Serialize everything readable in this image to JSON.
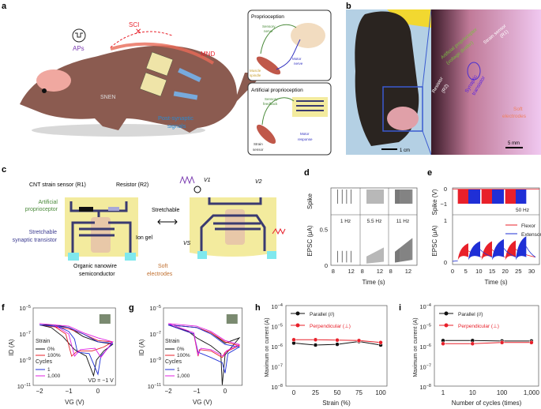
{
  "panel_letters": {
    "a": "a",
    "b": "b",
    "c": "c",
    "d": "d",
    "e": "e",
    "f": "f",
    "g": "g",
    "h": "h",
    "i": "i"
  },
  "panel_a": {
    "aps": "APs",
    "sci": "SCI",
    "mnd": "MND",
    "snen": "SNEN",
    "post_synaptic_1": "Post-synaptic",
    "post_synaptic_2": "signals",
    "inset1": {
      "title": "Proprioception",
      "sensory_nerve_1": "Sensory",
      "sensory_nerve_2": "nerve",
      "motor_nerve_1": "Motor",
      "motor_nerve_2": "nerve",
      "muscle_spindle_1": "Muscle",
      "muscle_spindle_2": "spindle"
    },
    "inset2": {
      "title": "Artificial proprioception",
      "sensory_feedback_1": "Sensory",
      "sensory_feedback_2": "feedback",
      "motor_response_1": "Motor",
      "motor_response_2": "response",
      "strain_sensor_1": "Strain",
      "strain_sensor_2": "sensor"
    }
  },
  "panel_b": {
    "scale_left": "1 cm",
    "scale_right": "5 mm",
    "artificial_1": "Artificial proprioceptor",
    "artificial_2": "(voltage divider)",
    "strain_sensor": "Strain sensor",
    "strain_sensor_r": "(R1)",
    "resistor": "Resistor",
    "resistor_r": "(R2)",
    "synaptic_1": "Synaptic",
    "synaptic_2": "transistor",
    "soft_1": "Soft",
    "soft_2": "electrodes"
  },
  "panel_c": {
    "cnt_sensor": "CNT strain sensor (R1)",
    "resistor": "Resistor (R2)",
    "artificial_1": "Artificial",
    "artificial_2": "proprioceptor",
    "stretchable_1": "Stretchable",
    "stretchable_2": "synaptic transistor",
    "ion_gel": "Ion gel",
    "organic_1": "Organic nanowire",
    "organic_2": "semiconductor",
    "soft_1": "Soft",
    "soft_2": "electrodes",
    "stretchable": "Stretchable",
    "v1": "V1",
    "v2": "V2",
    "vs": "VS"
  },
  "colors": {
    "red": "#e8202a",
    "blue": "#1f2fd6",
    "magenta": "#e020e0",
    "black": "#111111",
    "green": "#4a8a3a",
    "navy": "#3a3a70",
    "yellow": "#f3eb9e",
    "cyan": "#7fe8ee"
  },
  "chart_data": [
    {
      "id": "d",
      "type": "line",
      "title": "",
      "xlabel": "Time (s)",
      "ylabel_top": "Spike",
      "ylabel": "EPSC (μA)",
      "xticks": [
        8,
        12
      ],
      "yticks": [
        0,
        0.5
      ],
      "ylim": [
        0,
        0.7
      ],
      "xlim": [
        7.5,
        14
      ],
      "frequencies": [
        {
          "label": "1 Hz",
          "hz": 1,
          "peak": 0.2
        },
        {
          "label": "5.5 Hz",
          "hz": 5.5,
          "peak": 0.25
        },
        {
          "label": "11 Hz",
          "hz": 11,
          "peak": 0.38
        }
      ],
      "stim_window": [
        9,
        13
      ]
    },
    {
      "id": "e",
      "type": "line",
      "xlabel": "Time (s)",
      "ylabel_top": "Spike (V)",
      "ylabel": "EPSC (μA)",
      "xticks": [
        0,
        5,
        10,
        15,
        20,
        25,
        30
      ],
      "yticks_top": [
        0,
        -1
      ],
      "yticks": [
        0,
        1
      ],
      "xlim": [
        0,
        32
      ],
      "ylim": [
        -0.05,
        1.1
      ],
      "annotation": "50 Hz",
      "series": [
        {
          "name": "Flexor",
          "color": "#e8202a",
          "windows": [
            [
              2,
              6
            ],
            [
              11,
              15
            ],
            [
              20,
              24
            ]
          ],
          "peaks": [
            0.45,
            0.5,
            0.52
          ]
        },
        {
          "name": "Extensor",
          "color": "#1f2fd6",
          "windows": [
            [
              6,
              10.5
            ],
            [
              15,
              19.5
            ],
            [
              24,
              28
            ]
          ],
          "peaks": [
            0.5,
            0.55,
            0.62
          ]
        }
      ]
    },
    {
      "id": "f",
      "type": "line",
      "xlabel": "VG (V)",
      "ylabel": "ID (A)",
      "xticks": [
        -2,
        -1,
        0
      ],
      "yticks_exp": [
        -5,
        -7,
        -9,
        -11
      ],
      "ylim_exp": [
        -11,
        -5
      ],
      "xlim": [
        -2.2,
        0.6
      ],
      "annotation": "VD = −1 V",
      "legend_strain": "Strain",
      "legend_cycles": "Cycles",
      "series": [
        {
          "name": "0%",
          "color": "#111111",
          "points": [
            [
              -2,
              -6.3
            ],
            [
              -1.6,
              -6.5
            ],
            [
              -1.2,
              -7.2
            ],
            [
              -0.8,
              -8.2
            ],
            [
              -0.4,
              -8.7
            ],
            [
              -0.15,
              -10.2
            ],
            [
              -0.05,
              -9
            ],
            [
              0.2,
              -8.3
            ],
            [
              0.5,
              -7.8
            ],
            [
              0.3,
              -7.7
            ],
            [
              0,
              -7.6
            ],
            [
              -0.5,
              -7.2
            ],
            [
              -1,
              -6.5
            ],
            [
              -1.5,
              -6.3
            ],
            [
              -2,
              -6.3
            ]
          ]
        },
        {
          "name": "100%",
          "color": "#e8202a",
          "points": [
            [
              -2,
              -6.3
            ],
            [
              -1.5,
              -6.4
            ],
            [
              -1.1,
              -7.0
            ],
            [
              -0.9,
              -8.7
            ],
            [
              -0.7,
              -8.3
            ],
            [
              -0.2,
              -8.3
            ],
            [
              0.2,
              -8.0
            ],
            [
              0.5,
              -7.6
            ],
            [
              0,
              -7.5
            ],
            [
              -0.5,
              -7.0
            ],
            [
              -1,
              -6.6
            ],
            [
              -2,
              -6.3
            ]
          ]
        },
        {
          "name": "1",
          "color": "#1f2fd6",
          "points": [
            [
              -2,
              -6.3
            ],
            [
              -1.4,
              -6.4
            ],
            [
              -1.0,
              -6.8
            ],
            [
              -0.8,
              -7.4
            ],
            [
              -0.7,
              -8.4
            ],
            [
              -0.3,
              -8.5
            ],
            [
              0,
              -10.1
            ],
            [
              0.1,
              -8.7
            ],
            [
              0.5,
              -7.7
            ],
            [
              0,
              -7.6
            ],
            [
              -0.5,
              -7.0
            ],
            [
              -1,
              -6.5
            ],
            [
              -2,
              -6.3
            ]
          ]
        },
        {
          "name": "1,000",
          "color": "#e020e0",
          "points": [
            [
              -2,
              -6.2
            ],
            [
              -1.5,
              -6.3
            ],
            [
              -1.0,
              -7.0
            ],
            [
              -0.8,
              -8.7
            ],
            [
              -0.6,
              -8.2
            ],
            [
              -0.1,
              -8.1
            ],
            [
              0.1,
              -8.8
            ],
            [
              0.5,
              -7.6
            ],
            [
              0,
              -7.3
            ],
            [
              -0.5,
              -6.9
            ],
            [
              -1,
              -6.4
            ],
            [
              -2,
              -6.2
            ]
          ]
        }
      ]
    },
    {
      "id": "g",
      "type": "line",
      "xlabel": "VG (V)",
      "ylabel": "ID (A)",
      "xticks": [
        -2,
        -1,
        0
      ],
      "yticks_exp": [
        -5,
        -7,
        -9,
        -11
      ],
      "ylim_exp": [
        -11,
        -5
      ],
      "xlim": [
        -2.2,
        0.6
      ],
      "legend_strain": "Strain",
      "legend_cycles": "Cycles",
      "series": [
        {
          "name": "0%",
          "color": "#111111",
          "points": [
            [
              -2,
              -6.3
            ],
            [
              -1.3,
              -6.8
            ],
            [
              -1,
              -7.3
            ],
            [
              -0.5,
              -7.9
            ],
            [
              -0.15,
              -8.5
            ],
            [
              -0.1,
              -10.9
            ],
            [
              0,
              -8.6
            ],
            [
              0.5,
              -7.3
            ],
            [
              0,
              -7.7
            ],
            [
              -0.5,
              -6.9
            ],
            [
              -1,
              -6.5
            ],
            [
              -2,
              -6.3
            ]
          ]
        },
        {
          "name": "100%",
          "color": "#e8202a",
          "points": [
            [
              -2,
              -6.3
            ],
            [
              -1.1,
              -7.0
            ],
            [
              -0.95,
              -8.7
            ],
            [
              -0.9,
              -8.2
            ],
            [
              -0.5,
              -8.3
            ],
            [
              -0.1,
              -8.8
            ],
            [
              0,
              -8.4
            ],
            [
              0.5,
              -7.9
            ],
            [
              0,
              -7.6
            ],
            [
              -0.5,
              -6.9
            ],
            [
              -1,
              -6.5
            ],
            [
              -2,
              -6.3
            ]
          ]
        },
        {
          "name": "1",
          "color": "#1f2fd6",
          "points": [
            [
              -2,
              -6.3
            ],
            [
              -1.1,
              -7.0
            ],
            [
              -0.95,
              -8.4
            ],
            [
              -0.5,
              -8.8
            ],
            [
              -0.1,
              -9.2
            ],
            [
              0,
              -10
            ],
            [
              0.1,
              -8.5
            ],
            [
              0.5,
              -8.0
            ],
            [
              0,
              -7.8
            ],
            [
              -0.5,
              -7.0
            ],
            [
              -1,
              -6.5
            ],
            [
              -2,
              -6.3
            ]
          ]
        },
        {
          "name": "1,000",
          "color": "#e020e0",
          "points": [
            [
              -2,
              -6.2
            ],
            [
              -1.1,
              -6.9
            ],
            [
              -0.95,
              -8.6
            ],
            [
              -0.85,
              -8.1
            ],
            [
              -0.5,
              -8.2
            ],
            [
              -0.05,
              -8.7
            ],
            [
              0.05,
              -8.3
            ],
            [
              0.5,
              -7.8
            ],
            [
              0,
              -7.5
            ],
            [
              -0.5,
              -6.8
            ],
            [
              -1,
              -6.4
            ],
            [
              -2,
              -6.2
            ]
          ]
        }
      ]
    },
    {
      "id": "h",
      "type": "line",
      "xlabel": "Strain (%)",
      "ylabel": "Maximum on current (A)",
      "xticks": [
        0,
        25,
        50,
        75,
        100
      ],
      "yticks_exp": [
        -4,
        -5,
        -6,
        -7,
        -8
      ],
      "ylim_exp": [
        -8,
        -4
      ],
      "series": [
        {
          "name": "Parallel (//)",
          "color": "#111111",
          "x": [
            0,
            25,
            50,
            75,
            100
          ],
          "y": [
            1.5e-06,
            1.2e-06,
            1.3e-06,
            1.8e-06,
            1.2e-06
          ]
        },
        {
          "name": "Perpendicular (⊥)",
          "color": "#e8202a",
          "x": [
            0,
            25,
            50,
            75,
            100
          ],
          "y": [
            2.2e-06,
            2.2e-06,
            2.1e-06,
            2e-06,
            1.6e-06
          ]
        }
      ]
    },
    {
      "id": "i",
      "type": "line",
      "xlabel": "Number of cycles (times)",
      "ylabel": "Maximum on current (A)",
      "xticks": [
        1,
        10,
        100,
        1000
      ],
      "xtick_labels": [
        "1",
        "10",
        "100",
        "1,000"
      ],
      "xscale": "log",
      "yticks_exp": [
        -4,
        -5,
        -6,
        -7,
        -8
      ],
      "ylim_exp": [
        -8,
        -4
      ],
      "series": [
        {
          "name": "Parallel (//)",
          "color": "#111111",
          "x": [
            1,
            10,
            100,
            1000
          ],
          "y": [
            2e-06,
            2e-06,
            1.9e-06,
            1.9e-06
          ]
        },
        {
          "name": "Perpendicular (⊥)",
          "color": "#e8202a",
          "x": [
            1,
            10,
            100,
            1000
          ],
          "y": [
            1.4e-06,
            1.4e-06,
            1.6e-06,
            1.6e-06
          ]
        }
      ]
    }
  ]
}
